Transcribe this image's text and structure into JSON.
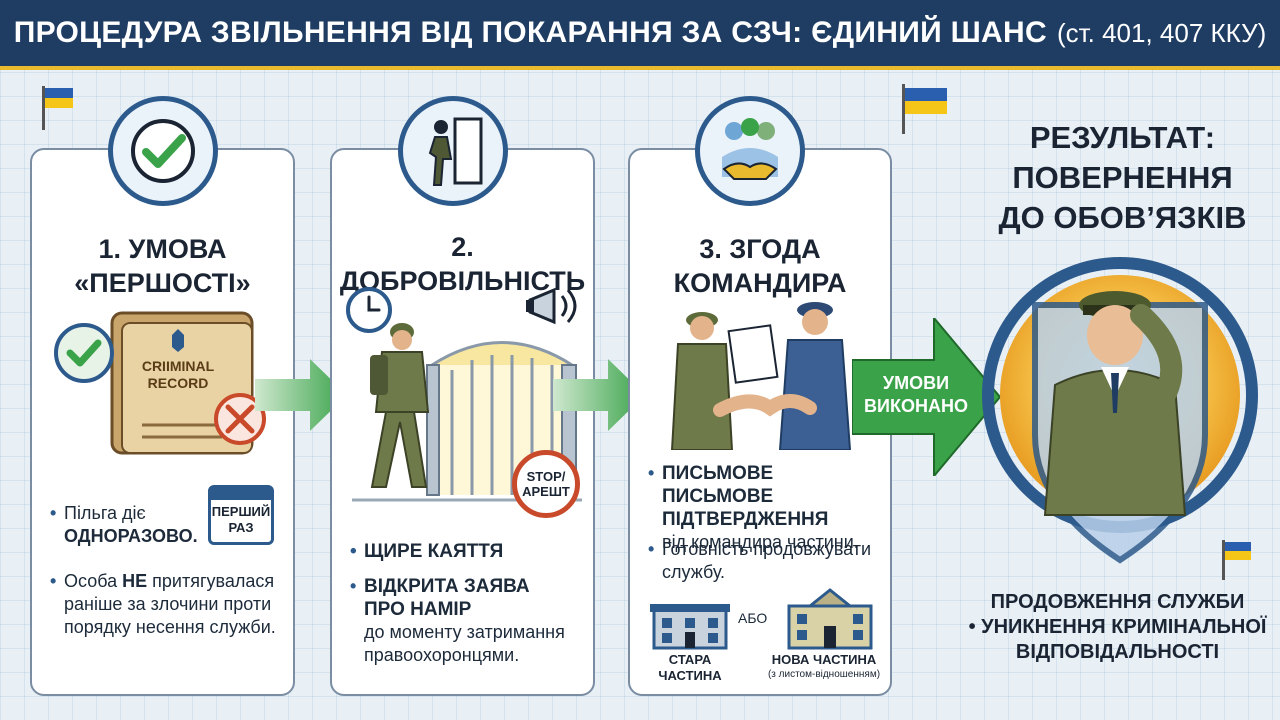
{
  "header": {
    "title": "ПРОЦЕДУРА ЗВІЛЬНЕННЯ ВІД ПОКАРАННЯ ЗА СЗЧ: ЄДИНИЙ ШАНС",
    "subtitle": "(ст. 401, 407 ККУ)"
  },
  "steps": [
    {
      "title_line1": "1. УМОВА",
      "title_line2": "«ПЕРШОСТІ»",
      "folder_label_line1": "CRIIMINAL",
      "folder_label_line2": "RECORD",
      "calendar_line1": "ПЕРШИЙ",
      "calendar_line2": "РАЗ",
      "bullets": [
        {
          "normal": "Пільга діє",
          "bold": "ОДНОРАЗОВО."
        },
        {
          "pre": "Особа",
          "bold": "НЕ",
          "post": "притягувалася раніше за злочини проти порядку несення служби."
        }
      ]
    },
    {
      "title": "2. ДОБРОВІЛЬНІСТЬ",
      "stop_line1": "STOP/",
      "stop_line2": "АРЕШТ",
      "bullets": [
        {
          "bold": "ЩИРЕ КАЯТТЯ"
        },
        {
          "bold_line1": "ВІДКРИТА ЗАЯВА",
          "bold_line2": "ПРО НАМІР",
          "normal": "до моменту затримання правоохоронцями."
        }
      ]
    },
    {
      "title_line1": "3. ЗГОДА",
      "title_line2": "КОМАНДИРА",
      "bullets": [
        {
          "bold_line1": "ПИСЬМОВЕ",
          "bold_line2": "ПИСЬМОВЕ ПІДТВЕРДЖЕННЯ",
          "normal": "від командира частини."
        },
        {
          "normal": "Готовність продовжувати службу."
        }
      ],
      "old_unit_line1": "СТАРА",
      "old_unit_line2": "ЧАСТИНА",
      "or_label": "АБО",
      "new_unit": "НОВА ЧАСТИНА",
      "new_unit_note": "(з листом-відношенням)"
    }
  ],
  "arrow_label_line1": "УМОВИ",
  "arrow_label_line2": "ВИКОНАНО",
  "result": {
    "title_line1": "РЕЗУЛЬТАТ:",
    "title_line2": "ПОВЕРНЕННЯ",
    "title_line3": "ДО ОБОВ’ЯЗКІВ",
    "items_line1": "ПРОДОВЖЕННЯ СЛУЖБИ",
    "items_line2": "• УНИКНЕННЯ КРИМІНАЛЬНОЇ",
    "items_line3": "ВІДПОВІДАЛЬНОСТІ"
  },
  "colors": {
    "header_bg": "#1f3d63",
    "accent_blue": "#2d5a8c",
    "arrow_green": "#3aa34a",
    "check_green": "#3aa34a",
    "flag_blue": "#2a5fb0",
    "flag_yellow": "#f5c518",
    "gold": "#e9b92e"
  },
  "icons": [
    "check-icon",
    "walking-soldier-icon",
    "handshake-icon",
    "clock-icon",
    "megaphone-icon",
    "stop-sign-icon",
    "calendar-icon",
    "folder-icon",
    "building-icon",
    "shield-icon",
    "flag-icon"
  ]
}
